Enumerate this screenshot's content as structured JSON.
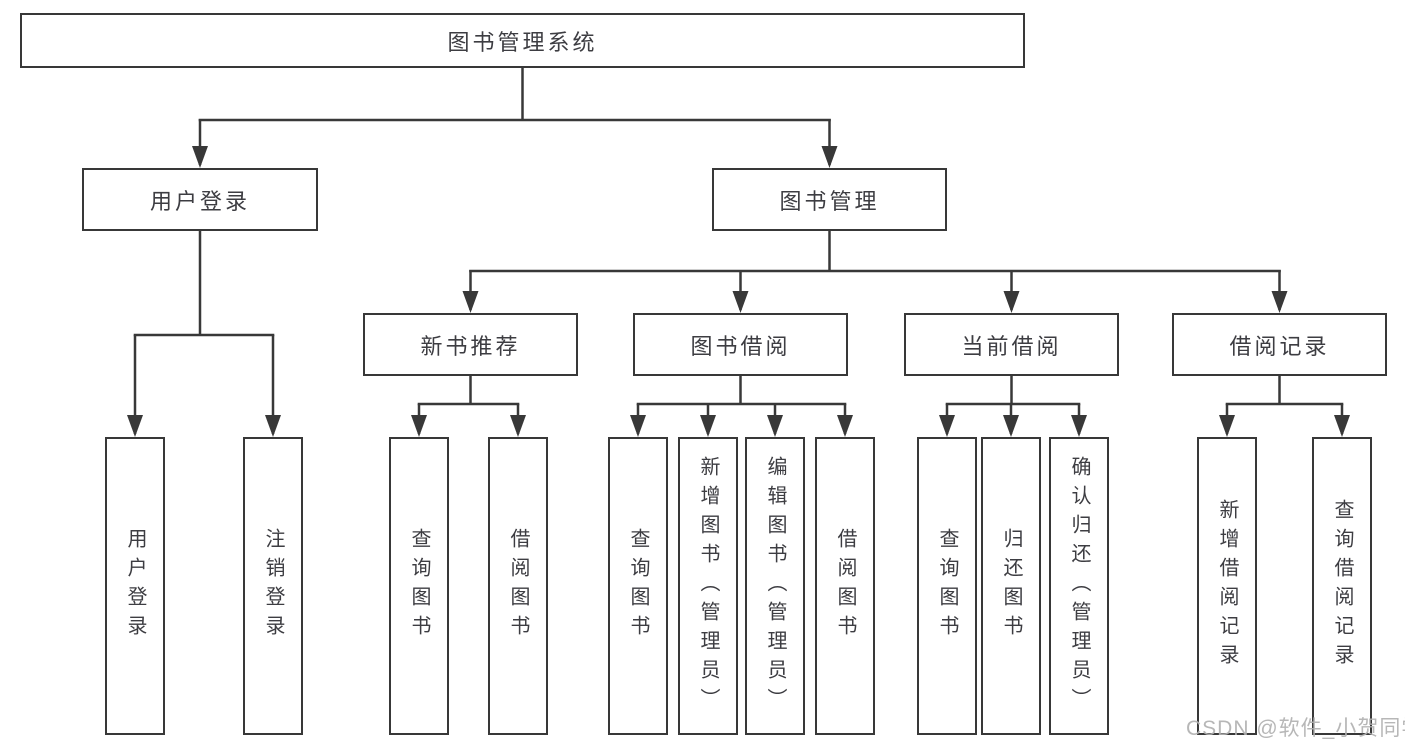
{
  "root": {
    "label": "图书管理系统"
  },
  "user_login": {
    "label": "用户登录",
    "children": [
      {
        "label": "用户登录"
      },
      {
        "label": "注销登录"
      }
    ]
  },
  "book_mgmt": {
    "label": "图书管理",
    "children": [
      {
        "label": "新书推荐",
        "children": [
          {
            "label": "查询图书"
          },
          {
            "label": "借阅图书"
          }
        ]
      },
      {
        "label": "图书借阅",
        "children": [
          {
            "label": "查询图书"
          },
          {
            "label": "新增图书（管理员）"
          },
          {
            "label": "编辑图书（管理员）"
          },
          {
            "label": "借阅图书"
          }
        ]
      },
      {
        "label": "当前借阅",
        "children": [
          {
            "label": "查询图书"
          },
          {
            "label": "归还图书"
          },
          {
            "label": "确认归还（管理员）"
          }
        ]
      },
      {
        "label": "借阅记录",
        "children": [
          {
            "label": "新增借阅记录"
          },
          {
            "label": "查询借阅记录"
          }
        ]
      }
    ]
  },
  "watermark": "CSDN @软件_小贺同学",
  "colors": {
    "line": "#383838",
    "box_border": "#383838",
    "text": "#3d3d42",
    "watermark": "#b1b1b1",
    "background": "#ffffff"
  }
}
